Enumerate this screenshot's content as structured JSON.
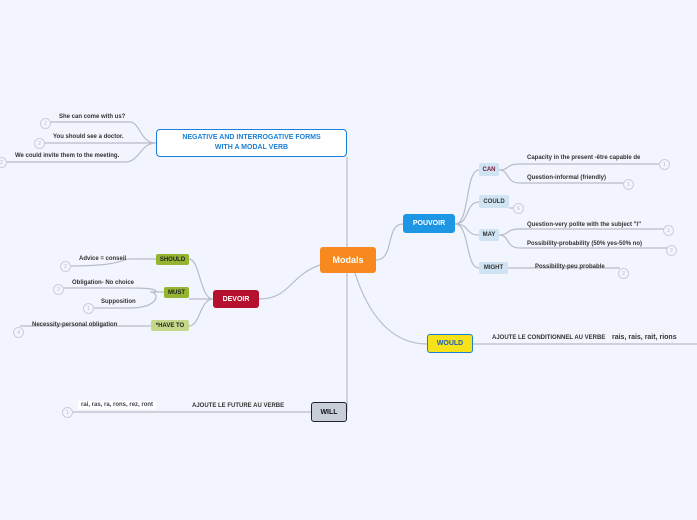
{
  "central": {
    "label": "Modals",
    "color": "#f7891f"
  },
  "negative": {
    "label": "NEGATIVE AND INTERROGATIVE FORMS WITH A MODAL VERB",
    "examples": [
      {
        "text": "She can come with us?",
        "count": "2"
      },
      {
        "text": "You should see a doctor.",
        "count": "2"
      },
      {
        "text": "We could invite them to the meeting.",
        "count": "2"
      }
    ]
  },
  "pouvoir": {
    "label": "POUVOIR",
    "color": "#1e96e6",
    "can": {
      "label": "CAN",
      "items": [
        {
          "text": "Capacity in the present -être capable de",
          "count": "1"
        },
        {
          "text": "Question-informal (friendly)",
          "count": "1"
        }
      ]
    },
    "could": {
      "label": "COULD",
      "count": "6"
    },
    "may": {
      "label": "MAY",
      "items": [
        {
          "text": "Question-very polite with the subject \"I\"",
          "count": "1"
        },
        {
          "text": "Possibility-probability (50% yes-50% no)",
          "count": "2"
        }
      ]
    },
    "might": {
      "label": "MIGHT",
      "items": [
        {
          "text": "Possibility-peu probable",
          "count": "2"
        }
      ]
    }
  },
  "devoir": {
    "label": "DEVOIR",
    "color": "#b5112e",
    "should": {
      "label": "SHOULD",
      "items": [
        {
          "text": "Advice = conseil",
          "count": "2"
        }
      ]
    },
    "must": {
      "label": "MUST",
      "items": [
        {
          "text": "Obligation- No choice",
          "count": "2"
        },
        {
          "text": "Supposition",
          "count": "1"
        }
      ]
    },
    "have_to": {
      "label": "*HAVE TO",
      "items": [
        {
          "text": "Necessity-personal obligation",
          "count": "4"
        }
      ]
    }
  },
  "would": {
    "label": "WOULD",
    "rule": "AJOUTE LE CONDITIONNEL AU VERBE",
    "endings": "rais, rais, rait, rions"
  },
  "will": {
    "label": "WILL",
    "rule": "AJOUTE LE FUTURE AU VERBE",
    "endings": "rai, ras, ra, rons, rez, ront",
    "count": "1"
  }
}
